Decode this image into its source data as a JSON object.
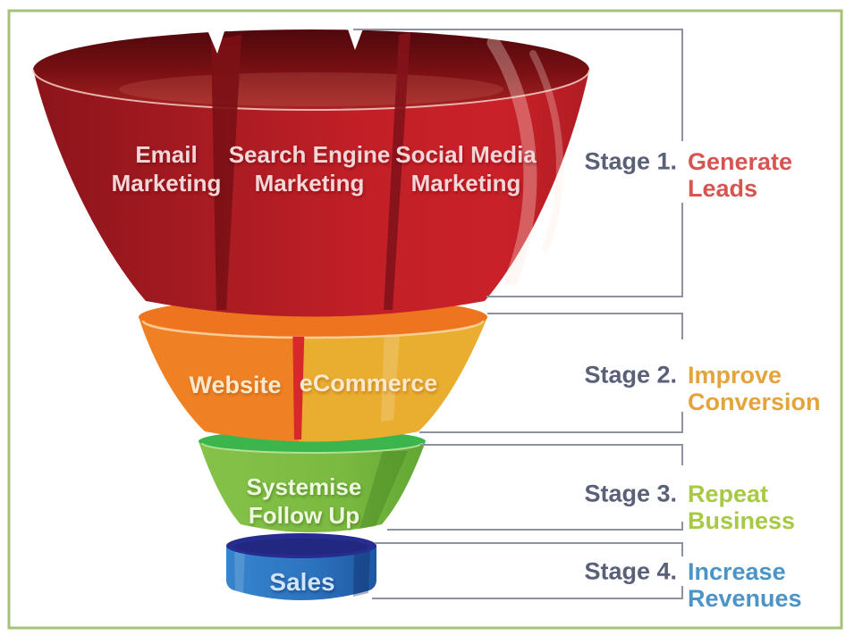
{
  "title": "Marketing funnel diagram",
  "colors": {
    "frame_border": "#a6c17a",
    "bracket_line": "#8d92a0",
    "stage_label": "#5a6078",
    "stage1_red": "#c11f27",
    "stage1_red_dark": "#8c141b",
    "stage2_orange_left": "#ef8124",
    "stage2_orange_right": "#e9ad2f",
    "stage2_rim_orange": "#ee7420",
    "stage2_divider_red": "#d7282c",
    "stage3_body_green": "#7fbd44",
    "stage3_rim_green": "#3cb54d",
    "stage4_body_blue": "#2d74bf",
    "stage4_navy": "#262d8f",
    "stage1_accent": "#d95351",
    "stage2_accent": "#e5a33c",
    "stage3_accent": "#a8c944",
    "stage4_accent": "#4d94c6"
  },
  "funnel": {
    "stage1_segments": [
      {
        "line1": "Email",
        "line2": "Marketing"
      },
      {
        "line1": "Search Engine",
        "line2": "Marketing"
      },
      {
        "line1": "Social Media",
        "line2": "Marketing"
      }
    ],
    "stage2_segments": [
      {
        "label": "Website"
      },
      {
        "label": "eCommerce"
      }
    ],
    "stage3": {
      "line1": "Systemise",
      "line2": "Follow Up"
    },
    "stage4": {
      "label": "Sales"
    }
  },
  "stages": [
    {
      "label": "Stage 1.",
      "desc1": "Generate",
      "desc2": "Leads"
    },
    {
      "label": "Stage 2.",
      "desc1": "Improve",
      "desc2": "Conversion"
    },
    {
      "label": "Stage 3.",
      "desc1": "Repeat",
      "desc2": "Business"
    },
    {
      "label": "Stage 4.",
      "desc1": "Increase",
      "desc2": "Revenues"
    }
  ]
}
